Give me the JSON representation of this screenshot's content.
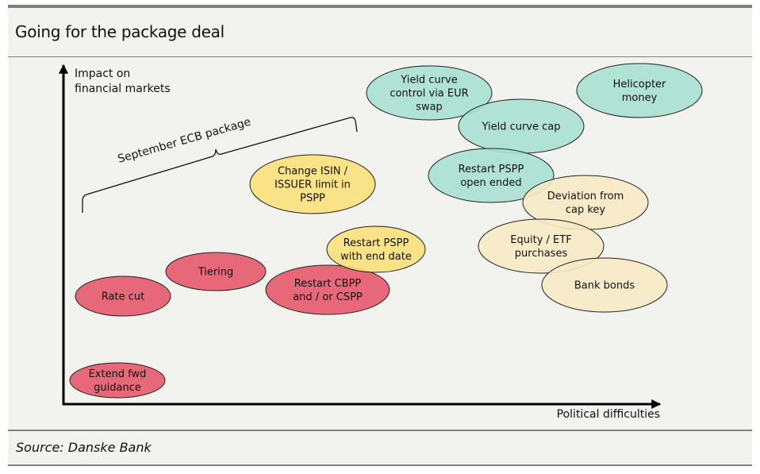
{
  "title": "Going for the package deal",
  "source": "Source: Danske Bank",
  "chart_data": {
    "type": "scatter",
    "subtype": "bubble-concept-map",
    "title": "Going for the package deal",
    "xlabel": "Political difficulties",
    "ylabel_lines": [
      "Impact on",
      "financial markets"
    ],
    "x_range": [
      0,
      100
    ],
    "y_range": [
      0,
      100
    ],
    "grid": false,
    "bracket_label": "September ECB package",
    "colors": {
      "red": "#e55a6c",
      "yellow": "#fbe07a",
      "teal": "#a8e0d2",
      "cream": "#f7eac4"
    },
    "items": [
      {
        "id": "extend-fwd-guidance",
        "lines": [
          "Extend fwd",
          "guidance"
        ],
        "x": 9,
        "y": 12,
        "color": "red",
        "group": "September ECB package"
      },
      {
        "id": "rate-cut",
        "lines": [
          "Rate cut"
        ],
        "x": 10,
        "y": 37,
        "color": "red",
        "group": "September ECB package"
      },
      {
        "id": "tiering",
        "lines": [
          "Tiering"
        ],
        "x": 25,
        "y": 42,
        "color": "red",
        "group": "September ECB package"
      },
      {
        "id": "restart-cbpp-cspp",
        "lines": [
          "Restart CBPP",
          "and / or CSPP"
        ],
        "x": 44,
        "y": 38,
        "color": "red",
        "group": "September ECB package"
      },
      {
        "id": "restart-pspp-end-date",
        "lines": [
          "Restart PSPP",
          "with end date"
        ],
        "x": 50,
        "y": 48,
        "color": "yellow"
      },
      {
        "id": "change-isin-issuer-limit",
        "lines": [
          "Change ISIN /",
          "ISSUER limit in",
          "PSPP"
        ],
        "x": 40,
        "y": 68,
        "color": "yellow"
      },
      {
        "id": "yield-curve-control-eur-swap",
        "lines": [
          "Yield curve",
          "control via EUR",
          "swap"
        ],
        "x": 62,
        "y": 95,
        "color": "teal"
      },
      {
        "id": "yield-curve-cap",
        "lines": [
          "Yield curve cap"
        ],
        "x": 78,
        "y": 83,
        "color": "teal"
      },
      {
        "id": "helicopter-money",
        "lines": [
          "Helicopter",
          "money"
        ],
        "x": 98,
        "y": 95,
        "color": "teal"
      },
      {
        "id": "restart-pspp-open-ended",
        "lines": [
          "Restart PSPP",
          "open ended"
        ],
        "x": 64,
        "y": 71,
        "color": "teal"
      },
      {
        "id": "deviation-from-cap-key",
        "lines": [
          "Deviation from",
          "cap key"
        ],
        "x": 88,
        "y": 62,
        "color": "cream"
      },
      {
        "id": "equity-etf-purchases",
        "lines": [
          "Equity / ETF",
          "purchases"
        ],
        "x": 80,
        "y": 49,
        "color": "cream"
      },
      {
        "id": "bank-bonds",
        "lines": [
          "Bank bonds"
        ],
        "x": 90,
        "y": 38,
        "color": "cream"
      }
    ]
  }
}
